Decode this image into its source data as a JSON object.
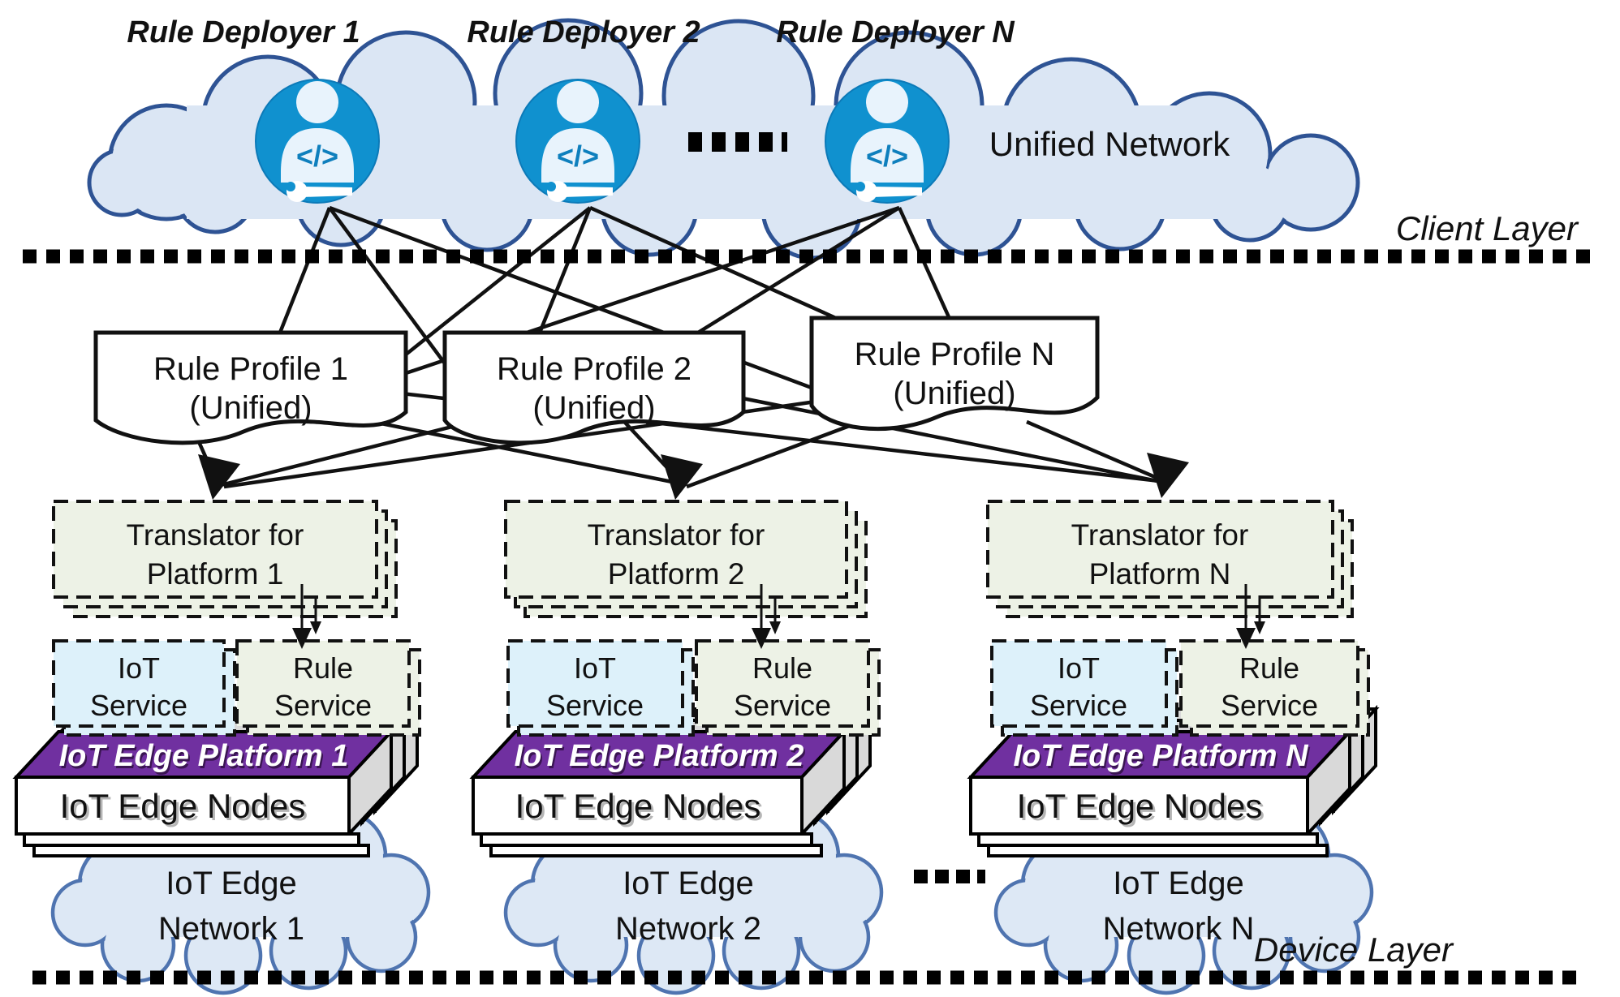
{
  "layers": {
    "client": "Client Layer",
    "device": "Device Layer"
  },
  "unified_cloud": {
    "label": "Unified Network"
  },
  "deployers": [
    {
      "label": "Rule Deployer 1"
    },
    {
      "label": "Rule Deployer 2"
    },
    {
      "label": "Rule Deployer N"
    }
  ],
  "deployer_icon": {
    "code_glyph": "</>"
  },
  "profiles": [
    {
      "line1": "Rule Profile 1",
      "line2": "(Unified)"
    },
    {
      "line1": "Rule Profile 2",
      "line2": "(Unified)"
    },
    {
      "line1": "Rule Profile N",
      "line2": "(Unified)"
    }
  ],
  "clusters": [
    {
      "translator1": "Translator for",
      "translator2": "Platform 1",
      "iot1": "IoT",
      "iot2": "Service",
      "rule1": "Rule",
      "rule2": "Service",
      "platform": "IoT Edge Platform 1",
      "nodes": "IoT Edge Nodes",
      "net1": "IoT Edge",
      "net2": "Network 1"
    },
    {
      "translator1": "Translator for",
      "translator2": "Platform 2",
      "iot1": "IoT",
      "iot2": "Service",
      "rule1": "Rule",
      "rule2": "Service",
      "platform": "IoT Edge Platform 2",
      "nodes": "IoT Edge Nodes",
      "net1": "IoT Edge",
      "net2": "Network 2"
    },
    {
      "translator1": "Translator for",
      "translator2": "Platform N",
      "iot1": "IoT",
      "iot2": "Service",
      "rule1": "Rule",
      "rule2": "Service",
      "platform": "IoT Edge Platform N",
      "nodes": "IoT Edge Nodes",
      "net1": "IoT Edge",
      "net2": "Network N"
    }
  ],
  "colors": {
    "person_icon_blue": "#1091cf",
    "cloud_fill": "#dbe6f4",
    "cloud_stroke_dark": "#2e5394",
    "cloud_stroke_light": "#4f74b0",
    "platform_purple": "#7030a0",
    "platform_side_gray": "#d9d9d9",
    "service_iot_blue": "#ddf1fa",
    "service_rule_green": "#edf2e6",
    "line_black": "#111111"
  }
}
